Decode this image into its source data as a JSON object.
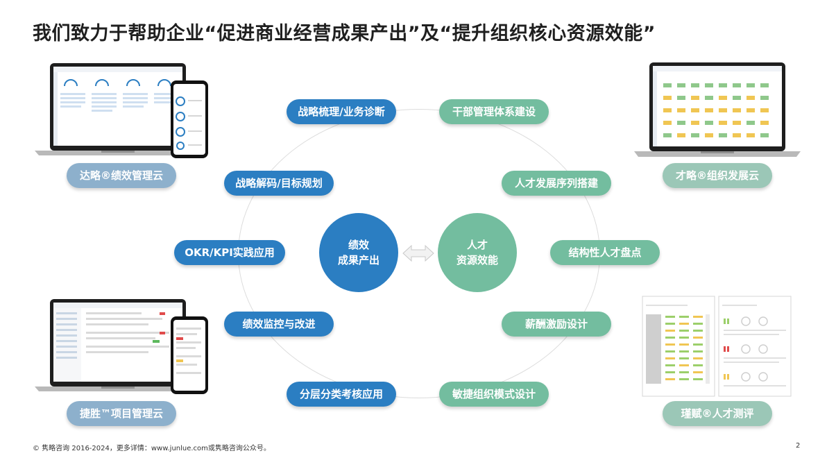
{
  "title": "我们致力于帮助企业“促进商业经营成果产出”及“提升组织核心资源效能”",
  "center": {
    "left_circle": {
      "line1": "绩效",
      "line2": "成果产出"
    },
    "right_circle": {
      "line1": "人才",
      "line2": "资源效能"
    }
  },
  "left_items": [
    "战略梳理/业务诊断",
    "战略解码/目标规划",
    "OKR/KPI实践应用",
    "绩效监控与改进",
    "分层分类考核应用"
  ],
  "right_items": [
    "干部管理体系建设",
    "人才发展序列搭建",
    "结构性人才盘点",
    "薪酬激励设计",
    "敏捷组织模式设计"
  ],
  "products": {
    "top_left": "达略®绩效管理云",
    "top_right": "才略®组织发展云",
    "bottom_left": "捷胜™项目管理云",
    "bottom_right": "瑾赋®人才测评"
  },
  "footer": "© 隽略咨询  2016-2024，更多详情：www.junlue.com或隽略咨询公众号。",
  "page_number": "2",
  "colors": {
    "blue": "#2b7ec2",
    "teal": "#73bd9f",
    "light_blue": "#8db0cc",
    "light_teal": "#9bc7b7"
  }
}
